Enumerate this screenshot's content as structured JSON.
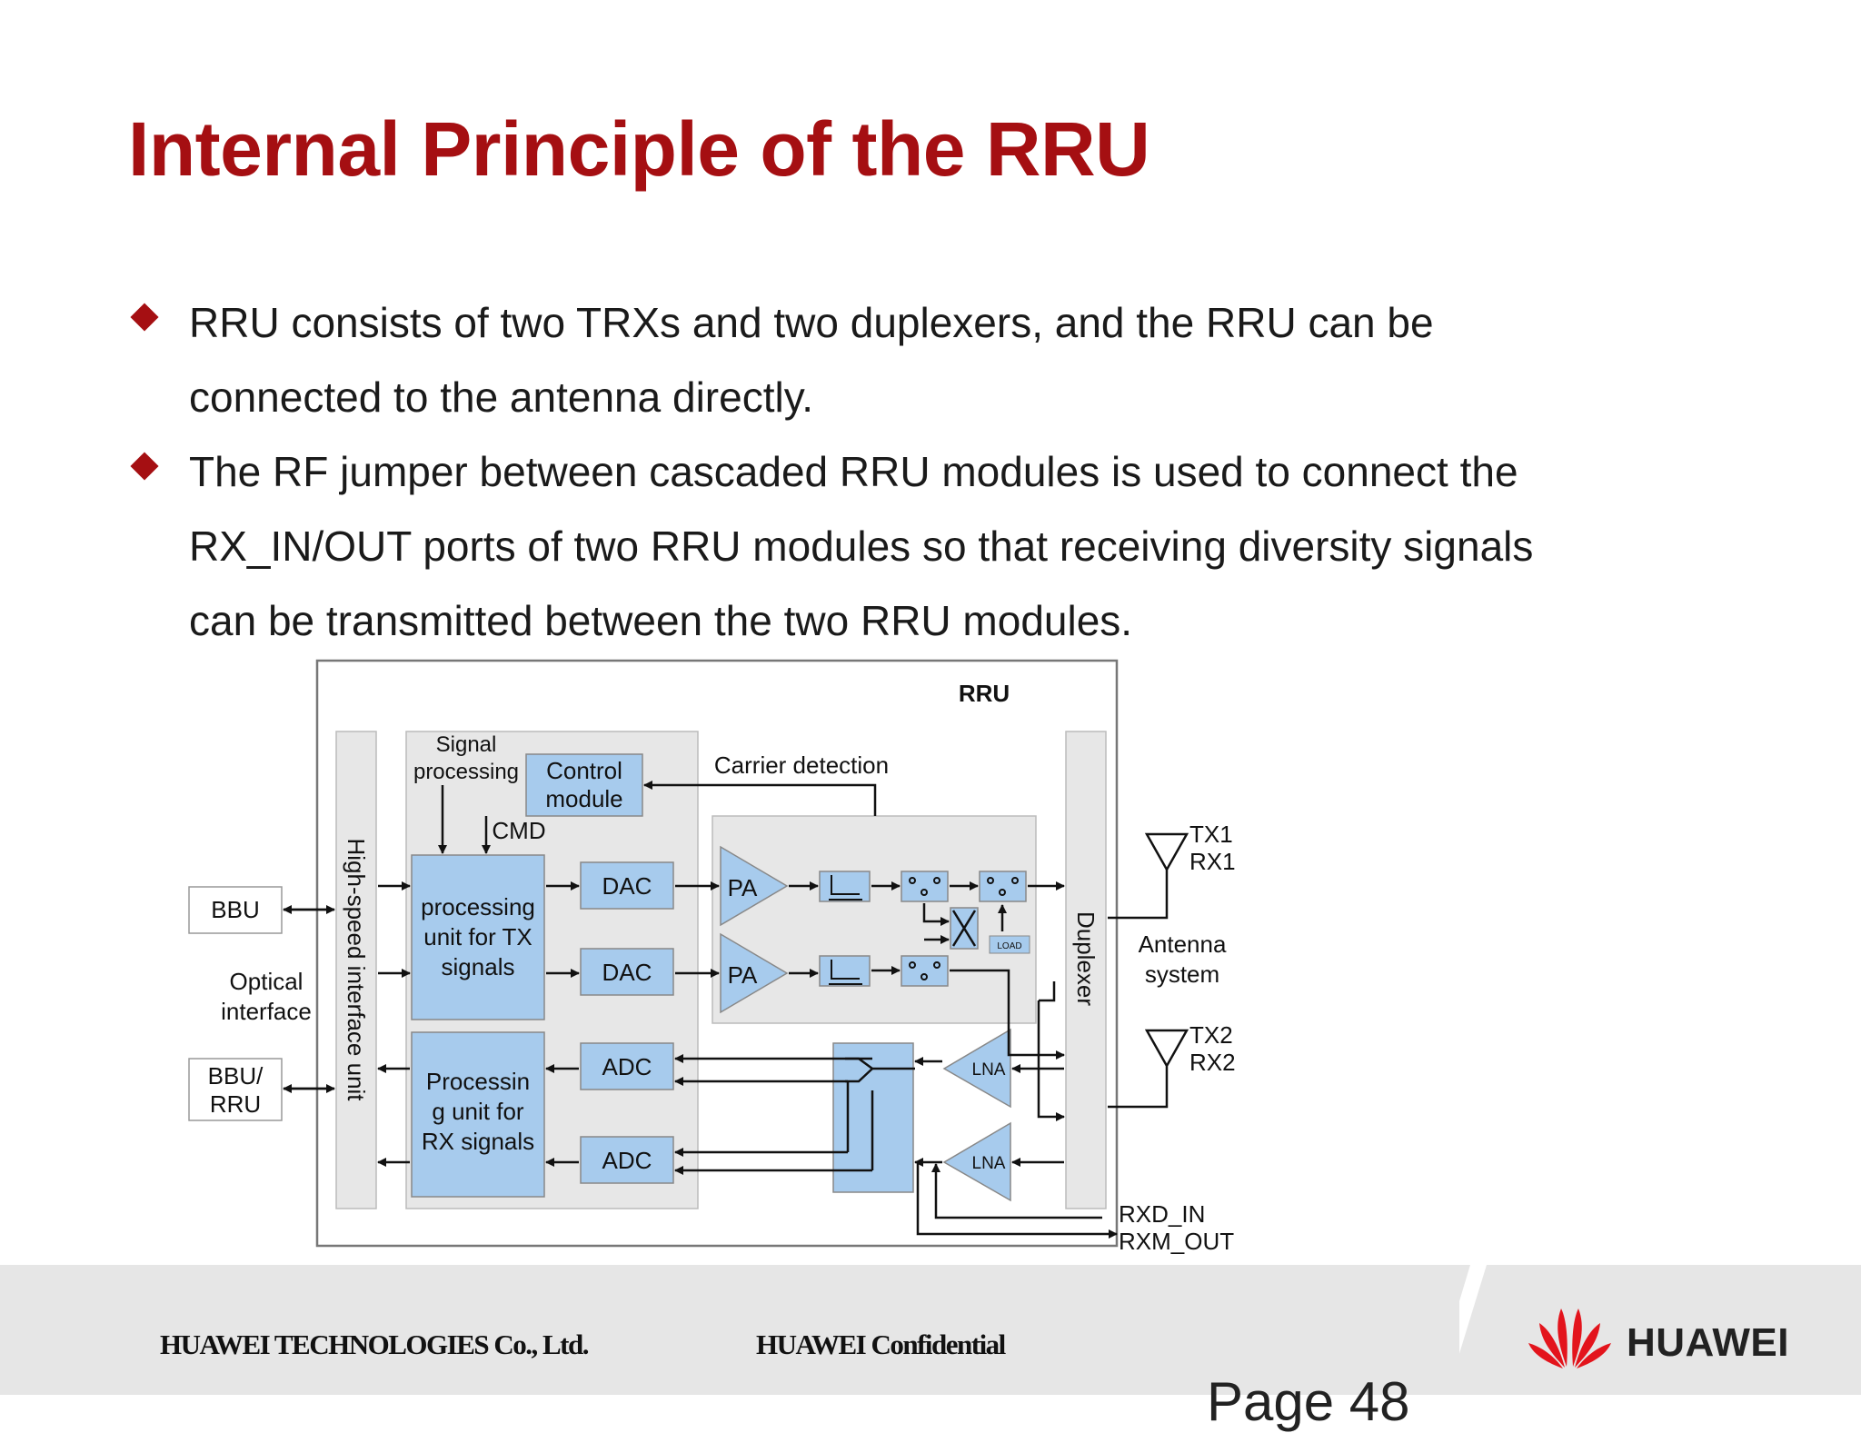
{
  "slide": {
    "title": "Internal Principle of the RRU",
    "bullets": [
      {
        "lines": [
          "RRU consists of two TRXs and two duplexers, and the RRU can be",
          "connected to the antenna directly."
        ]
      },
      {
        "lines": [
          "The RF jumper between cascaded RRU modules is used to connect the",
          "RX_IN/OUT ports of two RRU modules so that receiving diversity signals",
          "can be transmitted between the two RRU modules."
        ]
      }
    ]
  },
  "diagram": {
    "rru_label": "RRU",
    "bbu": "BBU",
    "optical": [
      "Optical",
      "interface"
    ],
    "bbu_rru": [
      "BBU/",
      "RRU"
    ],
    "hs_interface": "High-speed interface unit",
    "signal_processing": [
      "Signal",
      "processing"
    ],
    "control_module": [
      "Control",
      "module"
    ],
    "cmd": "CMD",
    "carrier_detection": "Carrier detection",
    "tx_unit": [
      "processing",
      "unit for TX",
      "signals"
    ],
    "rx_unit": [
      "Processin",
      "g unit for",
      "RX signals"
    ],
    "dac": "DAC",
    "adc": "ADC",
    "pa": "PA",
    "lna": "LNA",
    "load": "LOAD",
    "duplexer": "Duplexer",
    "tx1": "TX1",
    "rx1": "RX1",
    "tx2": "TX2",
    "rx2": "RX2",
    "antenna": [
      "Antenna",
      "system"
    ],
    "rxd_in": "RXD_IN",
    "rxm_out": "RXM_OUT"
  },
  "footer": {
    "company": "HUAWEI TECHNOLOGIES Co., Ltd.",
    "confidential": "HUAWEI Confidential",
    "page": "Page 48",
    "brand": "HUAWEI"
  },
  "colors": {
    "title": "#a50f12",
    "block": "#a7cbed",
    "panel": "#e7e7e7",
    "footer": "#e6e6e6"
  }
}
